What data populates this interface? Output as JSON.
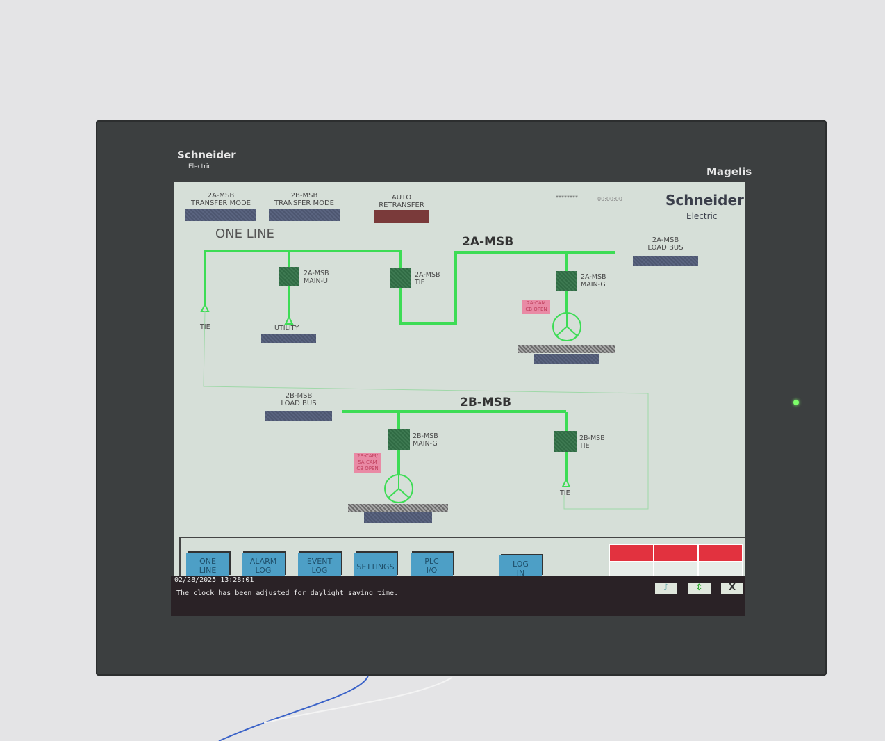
{
  "device": {
    "brand": "Schneider",
    "brand_sub": "Electric",
    "model": "Magelis"
  },
  "header": {
    "transfer_2a": {
      "line1": "2A-MSB",
      "line2": "TRANSFER MODE"
    },
    "transfer_2b": {
      "line1": "2B-MSB",
      "line2": "TRANSFER MODE"
    },
    "auto_retransfer": {
      "line1": "AUTO",
      "line2": "RETRANSFER"
    },
    "user": "********",
    "time": "00:00:00",
    "logo": "Schneider Electric"
  },
  "page_title": "ONE LINE",
  "bus_2a": {
    "title": "2A-MSB",
    "load_bus": {
      "line1": "2A-MSB",
      "line2": "LOAD BUS"
    },
    "main_u": {
      "line1": "2A-MSB",
      "line2": "MAIN-U"
    },
    "tie": {
      "line1": "2A-MSB",
      "line2": "TIE"
    },
    "main_g": {
      "line1": "2A-MSB",
      "line2": "MAIN-G"
    },
    "alarm": {
      "line1": "2A-CAM",
      "line2": "CB OPEN"
    },
    "tie_label": "TIE",
    "utility_label": "UTILITY"
  },
  "bus_2b": {
    "title": "2B-MSB",
    "load_bus": {
      "line1": "2B-MSB",
      "line2": "LOAD BUS"
    },
    "main_g": {
      "line1": "2B-MSB",
      "line2": "MAIN-G"
    },
    "tie": {
      "line1": "2B-MSB",
      "line2": "TIE"
    },
    "alarm": {
      "line1": "2B-CAM/",
      "line2": "5A-CAM",
      "line3": "CB OPEN"
    },
    "tie_label": "TIE"
  },
  "nav": [
    {
      "line1": "ONE",
      "line2": "LINE"
    },
    {
      "line1": "ALARM",
      "line2": "LOG"
    },
    {
      "line1": "EVENT",
      "line2": "LOG"
    },
    {
      "line1": "SETTINGS",
      "line2": ""
    },
    {
      "line1": "PLC",
      "line2": "I/O"
    },
    {
      "line1": "LOG",
      "line2": "IN"
    }
  ],
  "message": {
    "timestamp": "02/28/2025 13:28:01",
    "text": "The clock has been adjusted for daylight saving time.",
    "close": "X"
  },
  "colors": {
    "bus": "#3ddc55",
    "nav": "#4d9fc6",
    "alarm": "#e2323f"
  }
}
